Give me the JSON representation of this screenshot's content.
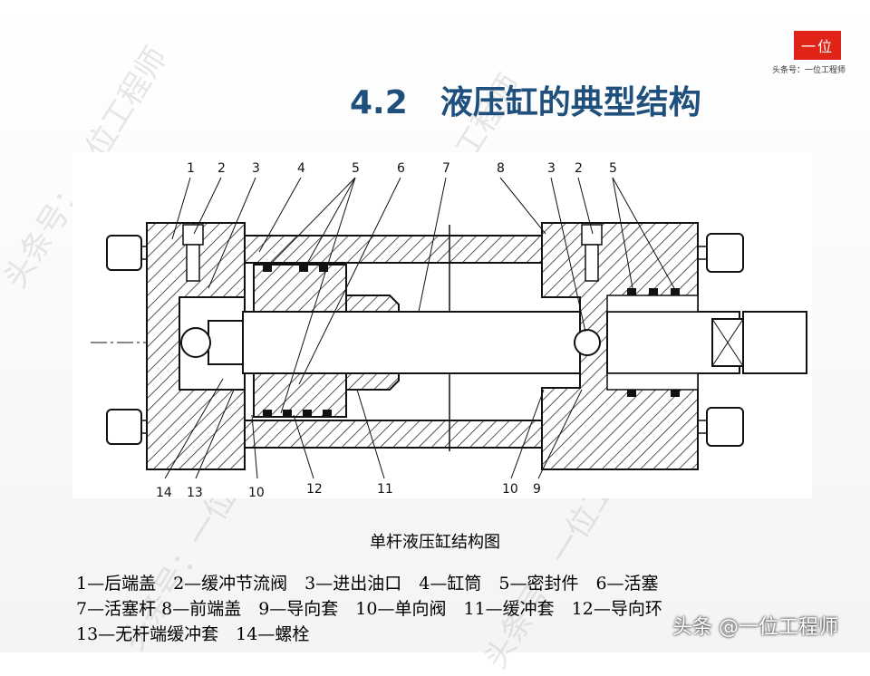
{
  "logo": {
    "text": "一位",
    "caption": "头条号：一位工程师"
  },
  "title": "4.2　液压缸的典型结构",
  "figure": {
    "labels_top": [
      "1",
      "2",
      "3",
      "4",
      "5",
      "6",
      "7",
      "8",
      "3",
      "2",
      "5"
    ],
    "labels_bottom": [
      "14",
      "13",
      "10",
      "12",
      "11",
      "10",
      "9"
    ],
    "caption": "单杆液压缸结构图"
  },
  "legend": [
    "1—后端盖　2—缓冲节流阀　3—进出油口　4—缸筒　5—密封件　6—活塞",
    "7—活塞杆 8—前端盖　9—导向套　10—单向阀　11—缓冲套　12—导向环",
    "13—无杆端缓冲套　14—螺栓"
  ],
  "watermark": {
    "slide": "头条号：一位工程师",
    "footer": "头条 @一位工程师"
  }
}
